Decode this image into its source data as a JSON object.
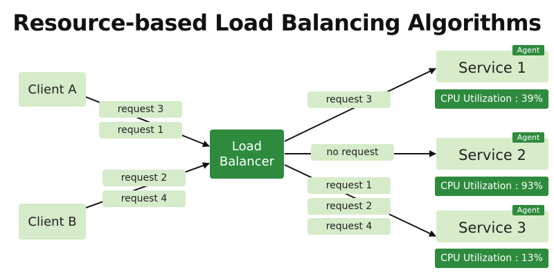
{
  "title": "Resource-based Load Balancing Algorithms",
  "clients": {
    "a": "Client A",
    "b": "Client B"
  },
  "load_balancer": {
    "line1": "Load",
    "line2": "Balancer"
  },
  "incoming_requests": {
    "client_a": [
      "request 3",
      "request 1"
    ],
    "client_b": [
      "request 2",
      "request 4"
    ]
  },
  "outgoing_requests": {
    "service1": [
      "request 3"
    ],
    "service2": [
      "no request"
    ],
    "service3": [
      "request 1",
      "request 2",
      "request 4"
    ]
  },
  "services": [
    {
      "name": "Service 1",
      "agent": "Agent",
      "cpu": "CPU Utilization : 39%"
    },
    {
      "name": "Service 2",
      "agent": "Agent",
      "cpu": "CPU Utilization : 93%"
    },
    {
      "name": "Service 3",
      "agent": "Agent",
      "cpu": "CPU Utilization : 13%"
    }
  ],
  "colors": {
    "accent": "#2e8b3e",
    "light": "#d6ebc9"
  }
}
